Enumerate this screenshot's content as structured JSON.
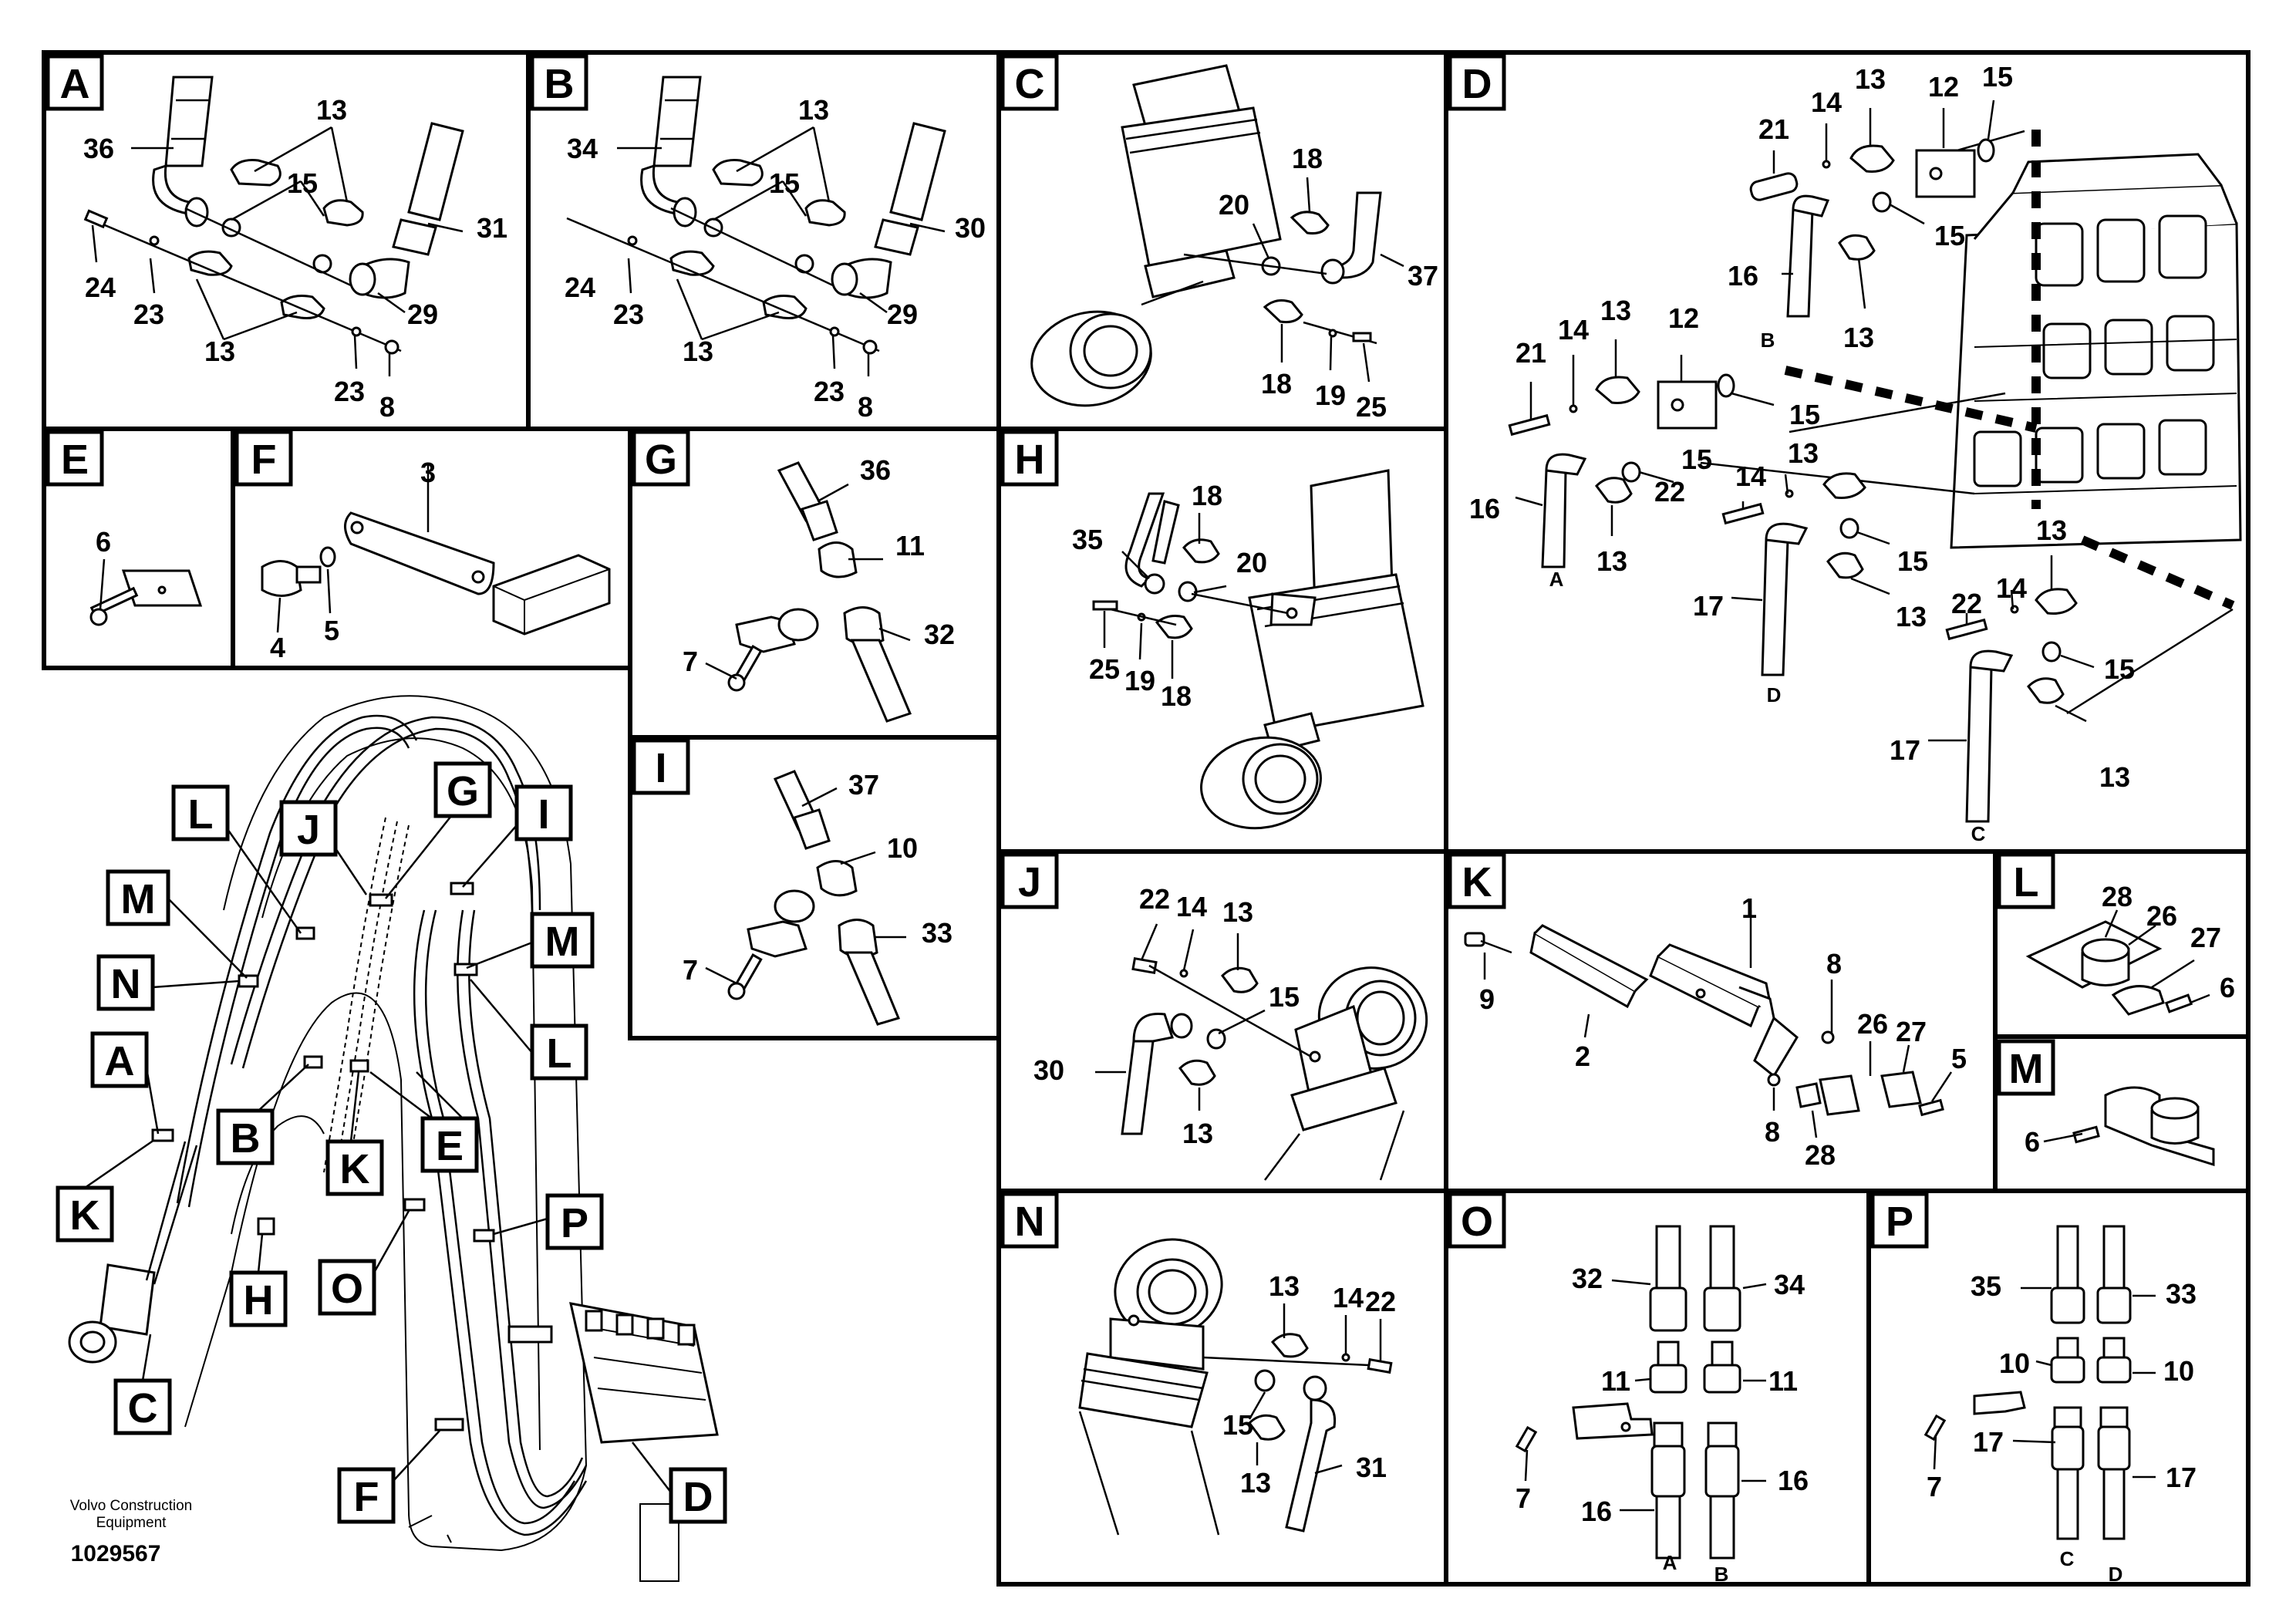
{
  "brand": {
    "line1": "Volvo Construction",
    "line2": "Equipment",
    "doc_no": "1029567"
  },
  "panels": {
    "A": {
      "tag": "A",
      "labels": [
        "36",
        "13",
        "15",
        "31",
        "24",
        "23",
        "29",
        "13",
        "23",
        "8"
      ]
    },
    "B": {
      "tag": "B",
      "labels": [
        "34",
        "13",
        "15",
        "30",
        "24",
        "23",
        "29",
        "13",
        "23",
        "8"
      ]
    },
    "C": {
      "tag": "C",
      "labels": [
        "18",
        "20",
        "37",
        "18",
        "19",
        "25"
      ]
    },
    "D": {
      "tag": "D",
      "labels": [
        "21",
        "14",
        "13",
        "12",
        "15",
        "15",
        "16",
        "B",
        "13",
        "21",
        "14",
        "13",
        "12",
        "15",
        "15",
        "13",
        "14",
        "22",
        "16",
        "A",
        "13",
        "15",
        "17",
        "13",
        "D",
        "13",
        "22",
        "14",
        "15",
        "17",
        "13",
        "C"
      ]
    },
    "E": {
      "tag": "E",
      "labels": [
        "6"
      ]
    },
    "F": {
      "tag": "F",
      "labels": [
        "3",
        "4",
        "5"
      ]
    },
    "G": {
      "tag": "G",
      "labels": [
        "36",
        "11",
        "32",
        "7"
      ]
    },
    "H": {
      "tag": "H",
      "labels": [
        "18",
        "35",
        "20",
        "25",
        "19",
        "18"
      ]
    },
    "I": {
      "tag": "I",
      "labels": [
        "37",
        "10",
        "33",
        "7"
      ]
    },
    "J": {
      "tag": "J",
      "labels": [
        "22",
        "14",
        "13",
        "15",
        "30",
        "13"
      ]
    },
    "K": {
      "tag": "K",
      "labels": [
        "1",
        "8",
        "9",
        "2",
        "26",
        "27",
        "5",
        "8",
        "28"
      ]
    },
    "L": {
      "tag": "L",
      "labels": [
        "28",
        "26",
        "27",
        "6"
      ]
    },
    "M": {
      "tag": "M",
      "labels": [
        "6"
      ]
    },
    "N": {
      "tag": "N",
      "labels": [
        "13",
        "14",
        "22",
        "15",
        "13",
        "31"
      ]
    },
    "O": {
      "tag": "O",
      "labels": [
        "32",
        "34",
        "11",
        "11",
        "7",
        "16",
        "16",
        "A",
        "B"
      ]
    },
    "P": {
      "tag": "P",
      "labels": [
        "35",
        "33",
        "10",
        "10",
        "7",
        "17",
        "17",
        "C",
        "D"
      ]
    }
  },
  "overview": {
    "tags": [
      "L",
      "J",
      "G",
      "I",
      "M",
      "N",
      "M",
      "A",
      "L",
      "B",
      "E",
      "K",
      "K",
      "P",
      "H",
      "O",
      "C",
      "F",
      "D"
    ]
  }
}
